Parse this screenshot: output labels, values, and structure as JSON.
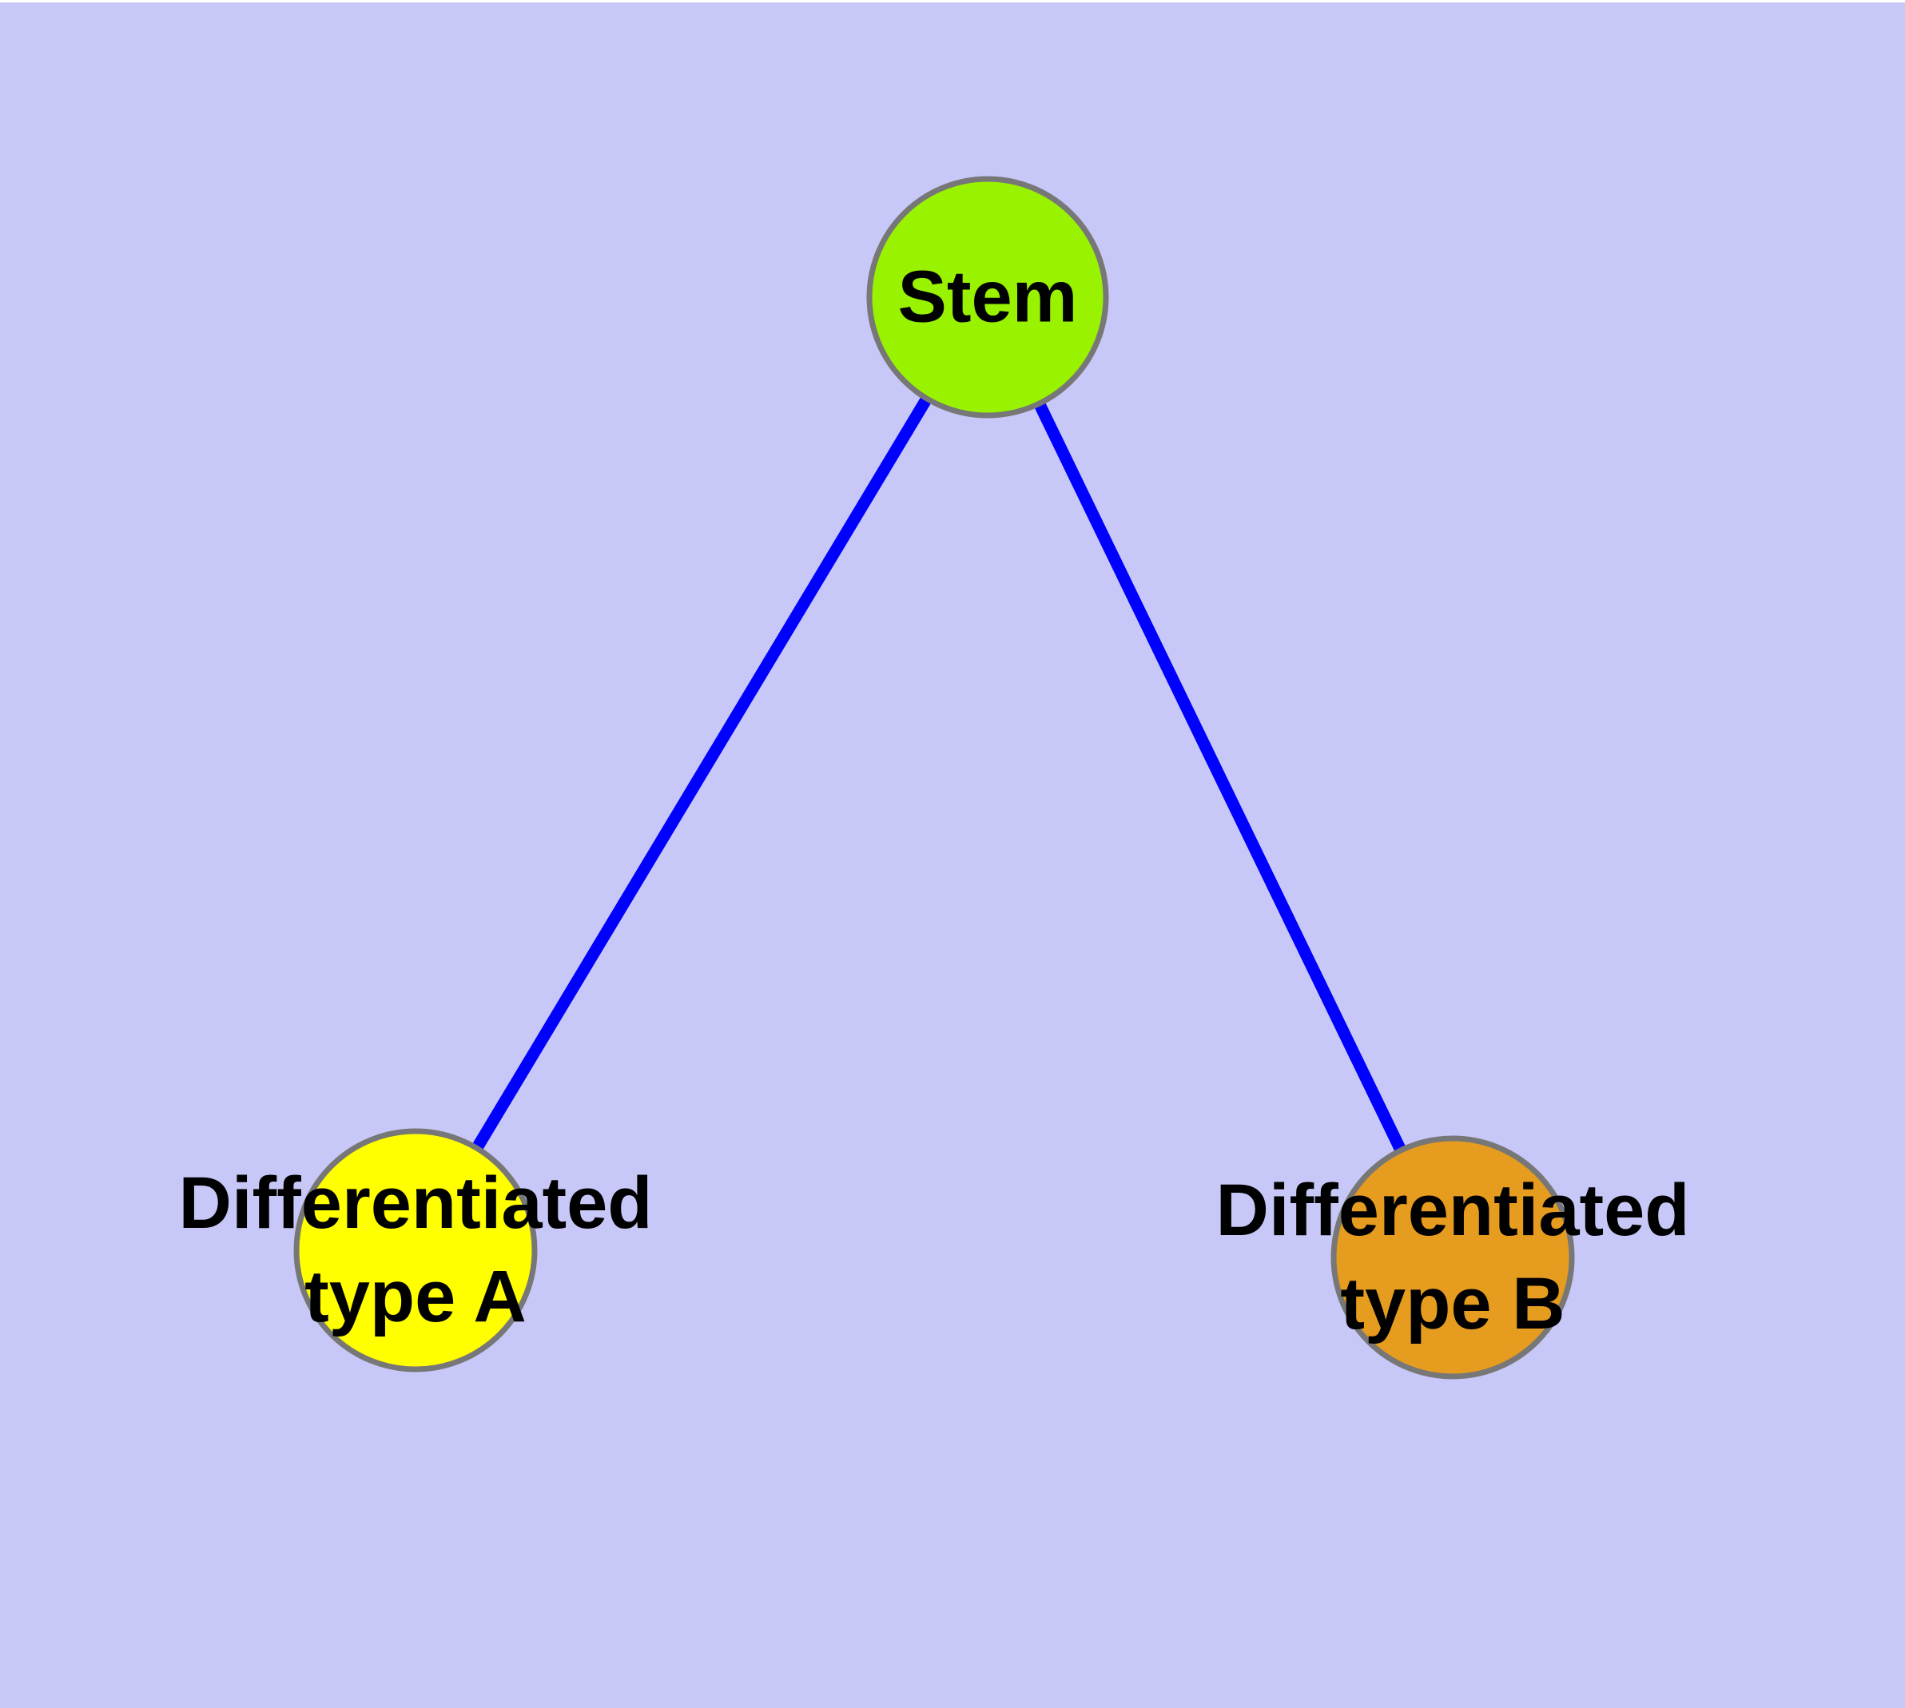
{
  "canvas": {
    "background_color": "#C8C8F8",
    "top_strip_color": "#FFFFFF"
  },
  "graph": {
    "node_border_color": "#777777",
    "edge_color": "#0000FF",
    "text_color": "#000000",
    "nodes": [
      {
        "id": "stem",
        "label": "Stem",
        "color": "#99F200"
      },
      {
        "id": "type-a",
        "label_line1": "Differentiated",
        "label_line2": "type A",
        "color": "#FFFF00"
      },
      {
        "id": "type-b",
        "label_line1": "Differentiated",
        "label_line2": "type B",
        "color": "#E69C1E"
      }
    ],
    "edges": [
      {
        "from": "Stem",
        "to": "Differentiated type A"
      },
      {
        "from": "Stem",
        "to": "Differentiated type B"
      }
    ]
  }
}
